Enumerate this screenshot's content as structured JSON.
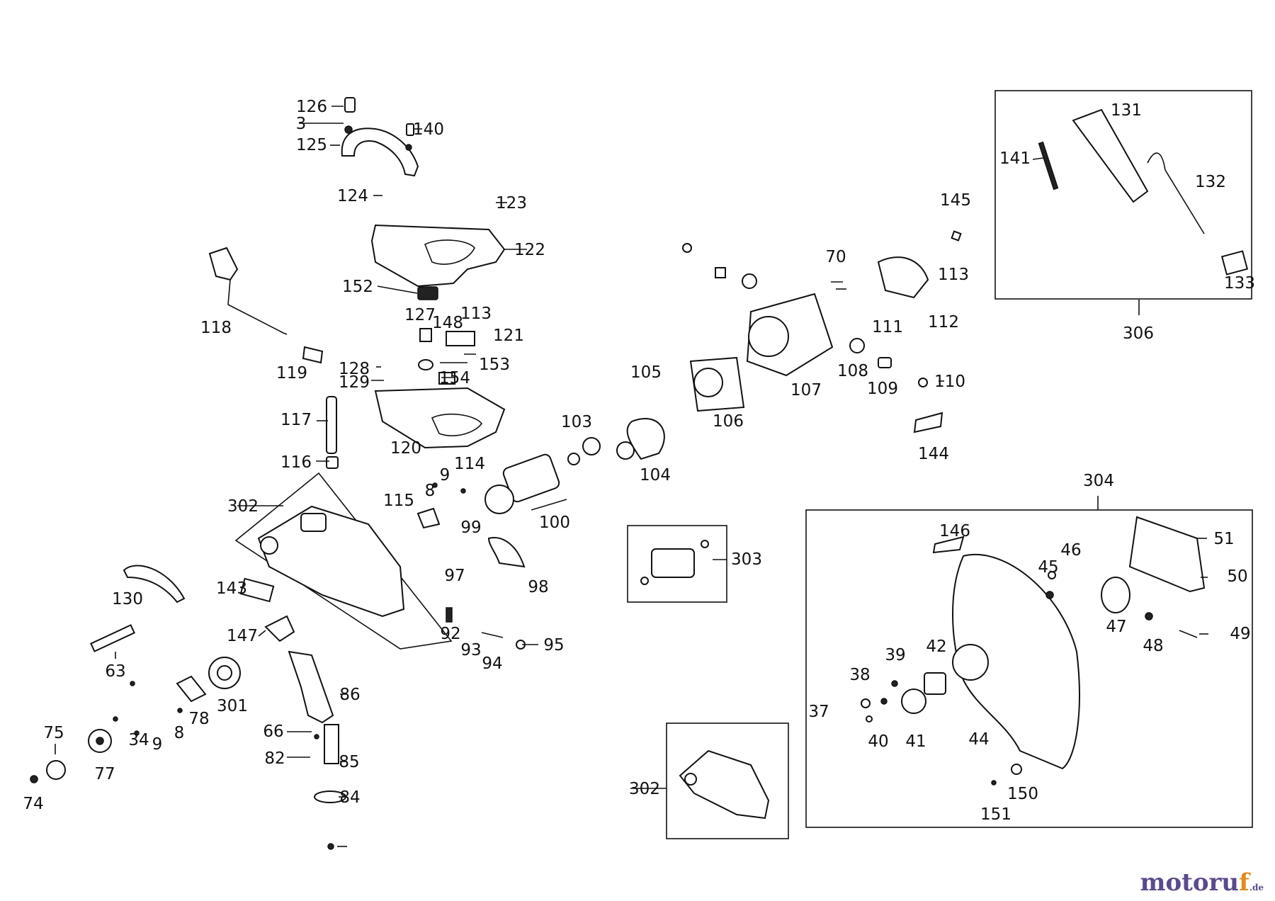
{
  "brand": {
    "name_a": "motoru",
    "name_b": "f",
    "tld": ".de"
  },
  "labels": [
    "126",
    "3",
    "125",
    "140",
    "124",
    "123",
    "122",
    "152",
    "118",
    "127",
    "148",
    "113",
    "121",
    "153",
    "154",
    "128",
    "129",
    "119",
    "117",
    "116",
    "120",
    "302",
    "115",
    "9",
    "114",
    "8",
    "99",
    "100",
    "97",
    "98",
    "130",
    "143",
    "147",
    "63",
    "301",
    "78",
    "8",
    "9",
    "34",
    "77",
    "75",
    "74",
    "66",
    "82",
    "86",
    "85",
    "84",
    "92",
    "93",
    "94",
    "95",
    "105",
    "106",
    "104",
    "103",
    "70",
    "107",
    "108",
    "109",
    "110",
    "111",
    "112",
    "113",
    "145",
    "144",
    "141",
    "131",
    "132",
    "133",
    "306",
    "303",
    "304",
    "146",
    "46",
    "45",
    "51",
    "50",
    "47",
    "49",
    "48",
    "39",
    "38",
    "37",
    "40",
    "41",
    "42",
    "44",
    "150",
    "151",
    "302"
  ]
}
